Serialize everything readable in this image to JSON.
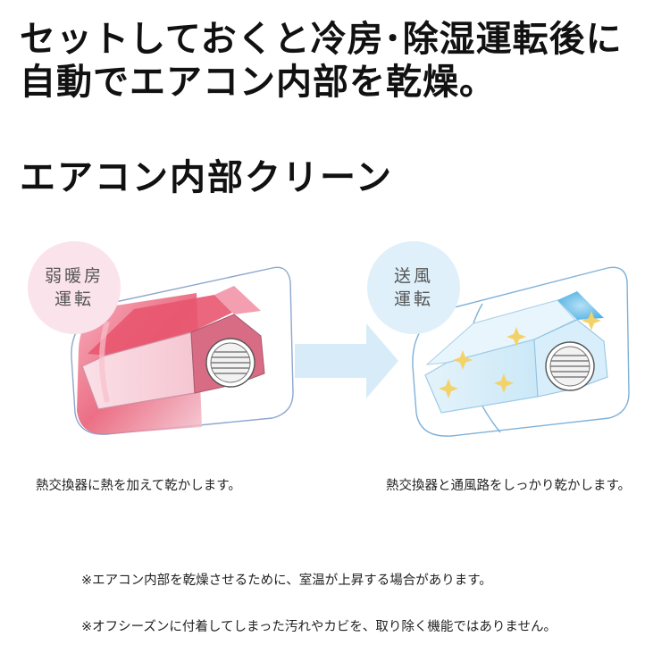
{
  "headline": {
    "line1": "セットしておくと冷房･除湿運転後に",
    "line2": "自動でエアコン内部を乾燥。"
  },
  "section_title": "エアコン内部クリーン",
  "modes": {
    "heating": {
      "line1": "弱暖房",
      "line2": "運転",
      "caption": "熱交換器に熱を加えて乾かします。"
    },
    "fan": {
      "line1": "送風",
      "line2": "運転",
      "caption": "熱交換器と通風路をしっかり乾かします。"
    }
  },
  "notes": [
    "※エアコン内部を乾燥させるために、室温が上昇する場合があります。",
    "※オフシーズンに付着してしまった汚れやカビを、取り除く機能ではありません。"
  ],
  "colors": {
    "heat": "#e8566f",
    "fan": "#7ec4ea",
    "arrow": "#d7ecf8",
    "sparkle": "#f3d26a"
  }
}
